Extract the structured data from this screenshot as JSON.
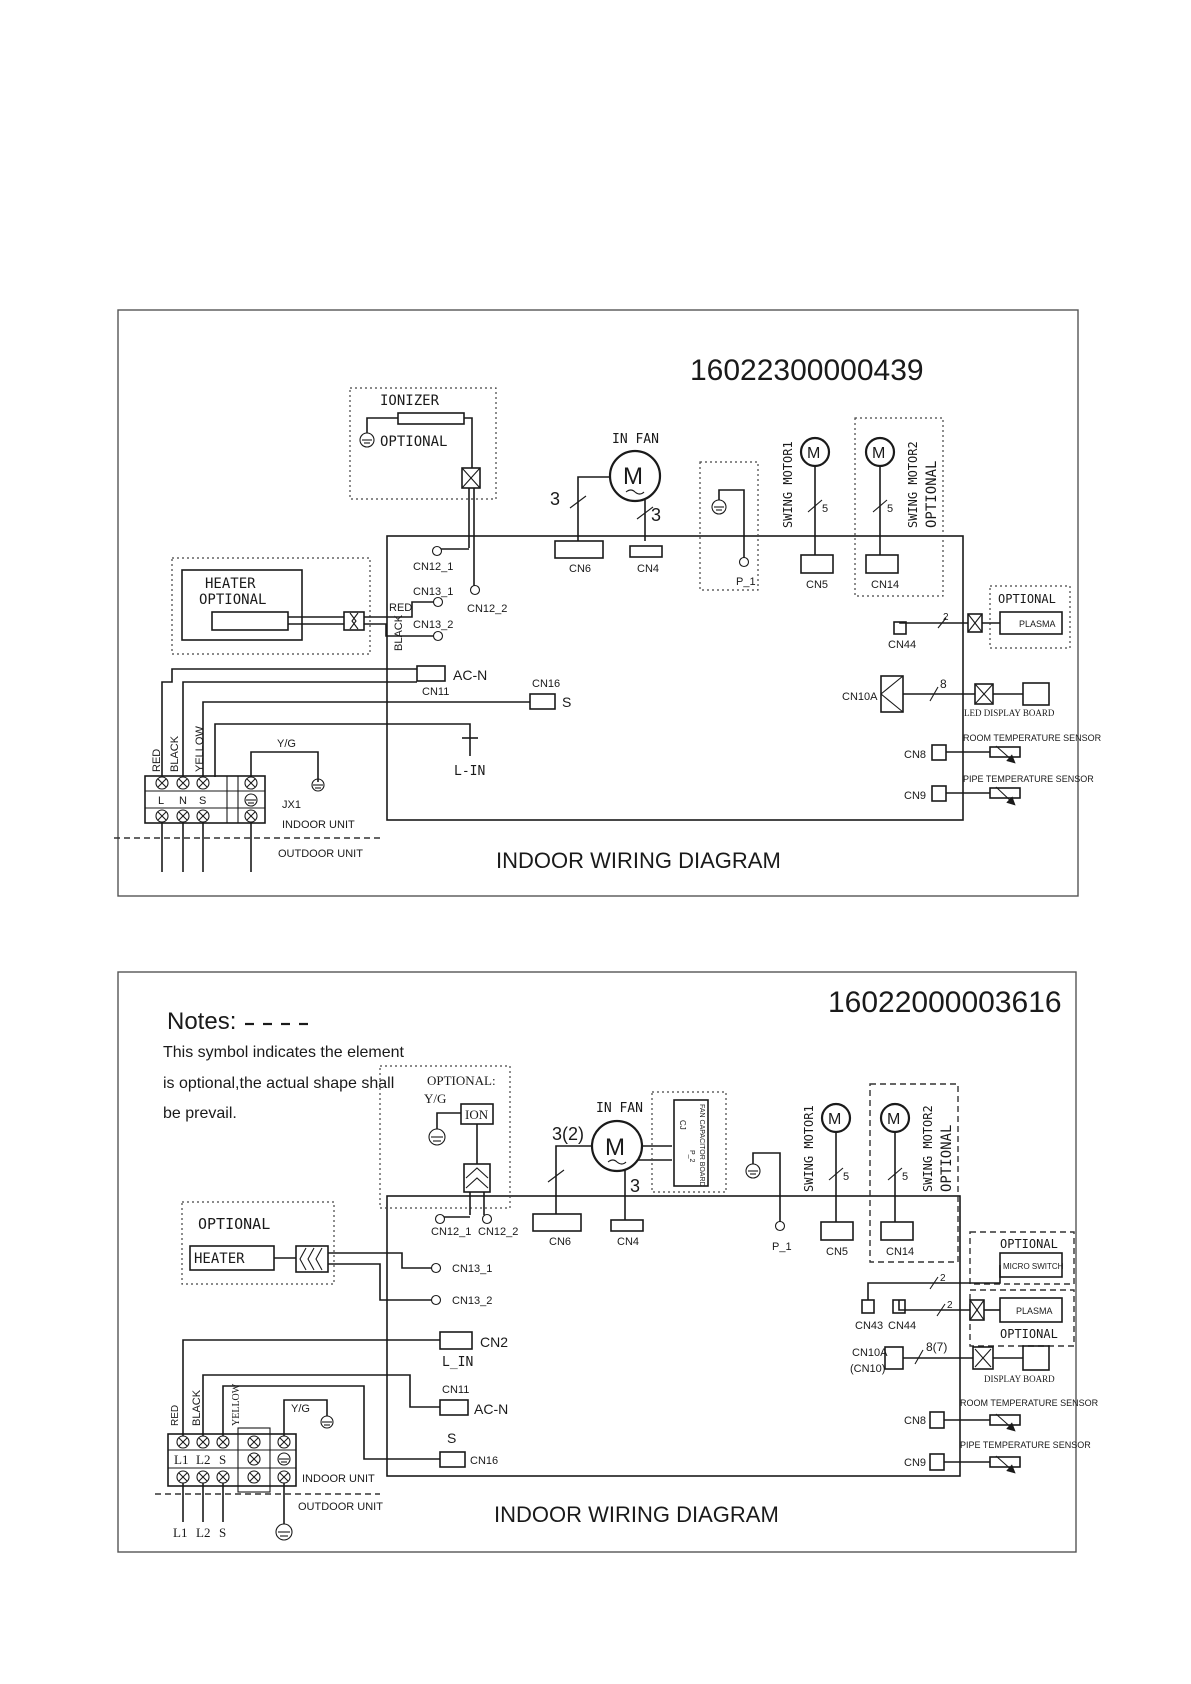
{
  "diagram1": {
    "code": "16022300000439",
    "title": "INDOOR WIRING DIAGRAM",
    "ionizer": "IONIZER",
    "ionizer_optional": "OPTIONAL",
    "heater": "HEATER",
    "heater_optional": "OPTIONAL",
    "in_fan": "IN FAN",
    "motor_m": "M",
    "fan_wires_left": "3",
    "fan_wires_right": "3",
    "swing_motor1": "SWING MOTOR1",
    "swing_motor2": "SWING MOTOR2",
    "swing_optional": "OPTIONAL",
    "swing_wires": "5",
    "cn12_1": "CN12_1",
    "cn12_2": "CN12_2",
    "cn13_1": "CN13_1",
    "cn13_2": "CN13_2",
    "cn6": "CN6",
    "cn4": "CN4",
    "p1": "P_1",
    "cn5": "CN5",
    "cn14": "CN14",
    "cn11": "CN11",
    "ac_n": "AC-N",
    "cn16": "CN16",
    "s": "S",
    "l_in": "L-IN",
    "red": "RED",
    "black": "BLACK",
    "yellow": "YELLOW",
    "yg": "Y/G",
    "jx1": "JX1",
    "term_l": "L",
    "term_n": "N",
    "term_s": "S",
    "indoor_unit": "INDOOR UNIT",
    "outdoor_unit": "OUTDOOR UNIT",
    "plasma_optional": "OPTIONAL",
    "plasma": "PLASMA",
    "cn44": "CN44",
    "plasma_wires": "2",
    "cn10a": "CN10A",
    "led_wires": "8",
    "led_display": "LED DISPLAY BOARD",
    "cn8": "CN8",
    "room_sensor": "ROOM TEMPERATURE SENSOR",
    "cn9": "CN9",
    "pipe_sensor": "PIPE TEMPERATURE SENSOR"
  },
  "diagram2": {
    "code": "16022000003616",
    "title": "INDOOR WIRING DIAGRAM",
    "notes_title": "Notes:",
    "notes_line1": "This symbol  indicates the element",
    "notes_line2": "is optional,the actual shape shall",
    "notes_line3": " be prevail.",
    "ion_optional": "OPTIONAL:",
    "ion_yg": "Y/G",
    "ion": "ION",
    "in_fan": "IN FAN",
    "motor_m": "M",
    "fan_wires_left": "3(2)",
    "fan_wires_right": "3",
    "capacitor_board": "FAN CAPACITOR BOARD",
    "cap_cj": "CJ",
    "cap_pin": "P_2",
    "swing_motor1": "SWING MOTOR1",
    "swing_motor2": "SWING MOTOR2",
    "swing_optional": "OPTIONAL",
    "swing_wires": "5",
    "heater_optional": "OPTIONAL",
    "heater": "HEATER",
    "cn12_1": "CN12_1",
    "cn12_2": "CN12_2",
    "cn13_1": "CN13_1",
    "cn13_2": "CN13_2",
    "cn6": "CN6",
    "cn4": "CN4",
    "p1": "P_1",
    "cn5": "CN5",
    "cn14": "CN14",
    "cn2": "CN2",
    "l_in": "L_IN",
    "cn11": "CN11",
    "ac_n": "AC-N",
    "s": "S",
    "cn16": "CN16",
    "red": "RED",
    "black": "BLACK",
    "yellow": "YELLOW",
    "yg": "Y/G",
    "term_l1": "L1",
    "term_l2": "L2",
    "term_s": "S",
    "indoor_unit": "INDOOR UNIT",
    "outdoor_unit": "OUTDOOR UNIT",
    "out_l1": "L1",
    "out_l2": "L2",
    "out_s": "S",
    "switch_optional": "OPTIONAL",
    "micro_switch": "MICRO SWITCH",
    "plasma": "PLASMA",
    "plasma_optional": "OPTIONAL",
    "cn43": "CN43",
    "cn44": "CN44",
    "two_wires": "2",
    "cn10a": "CN10A",
    "cn10": "(CN10)",
    "display_wires": "8(7)",
    "display_board": "DISPLAY BOARD",
    "cn8": "CN8",
    "room_sensor": "ROOM TEMPERATURE SENSOR",
    "cn9": "CN9",
    "pipe_sensor": "PIPE TEMPERATURE SENSOR"
  }
}
